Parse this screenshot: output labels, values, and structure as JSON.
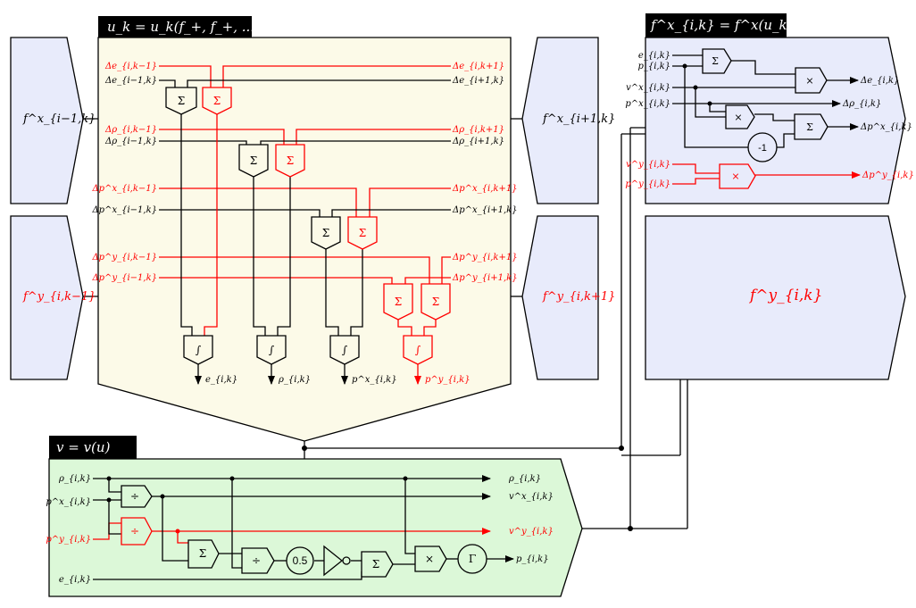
{
  "colors": {
    "black": "#000000",
    "red": "#ff0000",
    "u_fill": "#fcfae8",
    "v_fill": "#dcf8d8",
    "f_fill": "#e8ebfb",
    "header_bg": "#000000",
    "header_text": "#ffffff"
  },
  "headers": {
    "u": "u_k = u_k(f_+, f_+, ...)",
    "v": "v = v(u)",
    "fx": "f^x_{i,k} = f^x(u_k, v_k)"
  },
  "side_blocks": {
    "fx_left": "f^x_{i−1,k}",
    "fy_left": "f^y_{i,k−1}",
    "fx_right": "f^x_{i+1,k}",
    "fy_right": "f^y_{i,k+1}",
    "fy_center": "f^y_{i,k}"
  },
  "u_block": {
    "left_labels": [
      "Δe_{i,k−1}",
      "Δe_{i−1,k}",
      "Δρ_{i,k−1}",
      "Δρ_{i−1,k}",
      "Δp^x_{i,k−1}",
      "Δp^x_{i−1,k}",
      "Δp^y_{i,k−1}",
      "Δp^y_{i−1,k}"
    ],
    "right_labels": [
      "Δe_{i,k+1}",
      "Δe_{i+1,k}",
      "Δρ_{i,k+1}",
      "Δρ_{i+1,k}",
      "Δp^x_{i,k+1}",
      "Δp^x_{i+1,k}",
      "Δp^y_{i,k+1}",
      "Δp^y_{i+1,k}"
    ],
    "sum_symbol": "Σ",
    "integral_symbol": "∫",
    "outputs": [
      "e_{i,k}",
      "ρ_{i,k}",
      "p^x_{i,k}",
      "p^y_{i,k}"
    ]
  },
  "fx_block": {
    "inputs": [
      "e_{i,k}",
      "p_{i,k}",
      "v^x_{i,k}",
      "p^x_{i,k}",
      "v^y_{i,k}",
      "p^y_{i,k}"
    ],
    "outputs": [
      "Δe_{i,k}",
      "Δρ_{i,k}",
      "Δp^x_{i,k}",
      "Δp^y_{i,k}"
    ],
    "ops": [
      "Σ",
      "×",
      "×",
      "Σ",
      "-1",
      "×"
    ]
  },
  "v_block": {
    "inputs": [
      "ρ_{i,k}",
      "p^x_{i,k}",
      "p^y_{i,k}",
      "e_{i,k}"
    ],
    "outputs": [
      "ρ_{i,k}",
      "v^x_{i,k}",
      "v^y_{i,k}",
      "p_{i,k}"
    ],
    "ops": [
      "÷",
      "÷",
      "Σ",
      "÷",
      "0.5",
      "Σ",
      "×",
      "Γ"
    ]
  }
}
